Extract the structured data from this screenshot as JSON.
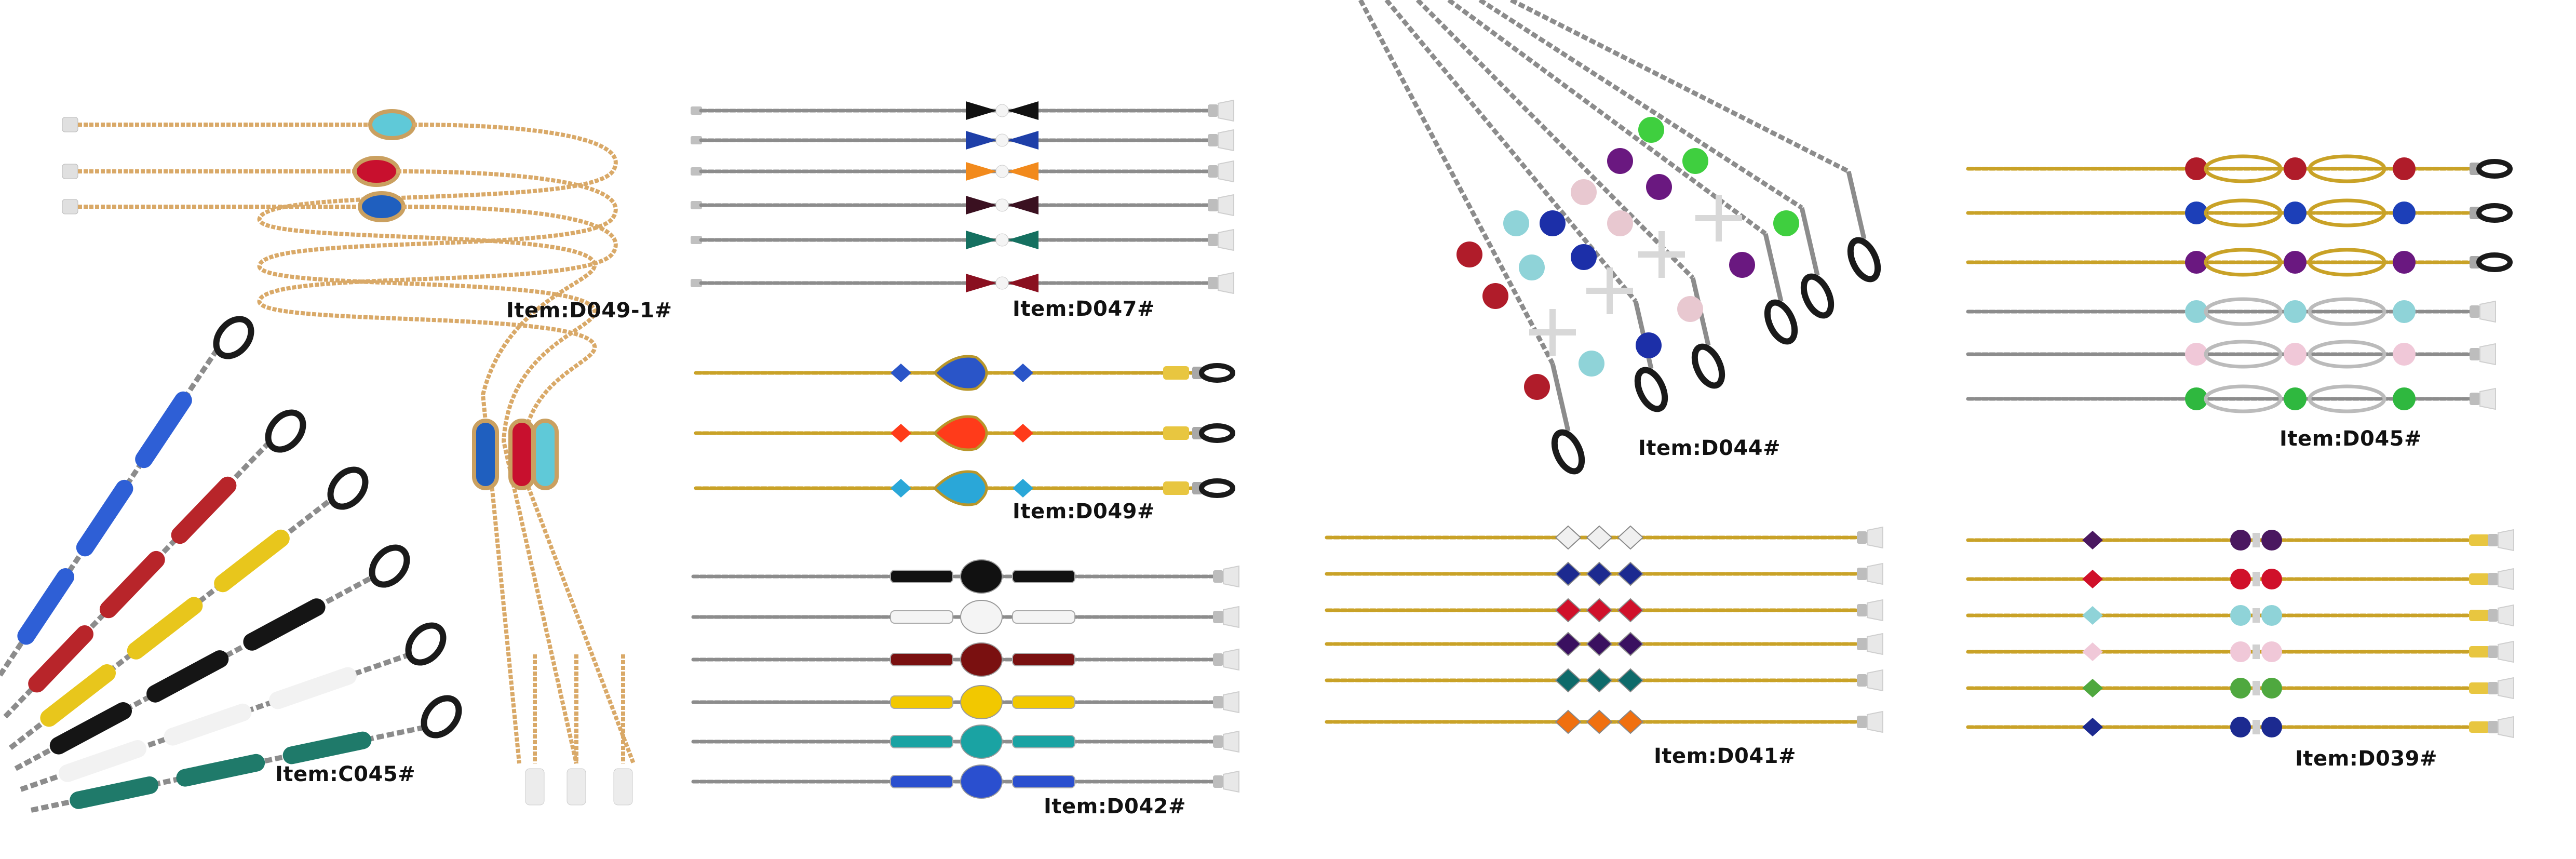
{
  "labels": {
    "d049_1": "Item:D049-1#",
    "c045": "Item:C045#",
    "d047": "Item:D047#",
    "d049": "Item:D049#",
    "d042": "Item:D042#",
    "d044": "Item:D044#",
    "d045": "Item:D045#",
    "d041": "Item:D041#",
    "d039": "Item:D039#"
  },
  "colors": {
    "gold_chain": "#d9a968",
    "silver_chain": "#8c8c8c",
    "yellow_gold_chain": "#c9a227",
    "rubber_black": "#1a1a1a",
    "tip_white": "#e8e8e8",
    "d049_1_stones": [
      "#5fc9d8",
      "#c8102e",
      "#1f5fbf"
    ],
    "c045_tubes": [
      "#2e5fd6",
      "#b8252a",
      "#e8c61c",
      "#151515",
      "#f2f2f2",
      "#1f7a6a"
    ],
    "d047_bows": [
      "#111111",
      "#1e3fa8",
      "#f28a1c",
      "#3a1020",
      "#157060",
      "#8a1020"
    ],
    "d049_stones": [
      "#2a55c8",
      "#ff3b1a",
      "#2aa7d8"
    ],
    "d042_beads": [
      "#111111",
      "#f4f4f4",
      "#7a1010",
      "#f2c800",
      "#1aa3a3",
      "#2a4fcf"
    ],
    "d044_beads": [
      "#b01c2a",
      "#8fd3d8",
      "#1c2fa8",
      "#e8c8d0",
      "#6a1880",
      "#3fcf3f"
    ],
    "d045_beads": [
      "#b01c2a",
      "#1c3fb8",
      "#6a1880",
      "#8fd3d8",
      "#f0c8d8",
      "#2fb83f"
    ],
    "d041_crystals": [
      "#f0f0f0",
      "#1c2a90",
      "#d0102a",
      "#3a1060",
      "#0e6a6a",
      "#f07010"
    ],
    "d039_beads": [
      "#4a1860",
      "#d0102a",
      "#8fd3d8",
      "#f0c8d8",
      "#4fa83f",
      "#1c2a90"
    ]
  }
}
